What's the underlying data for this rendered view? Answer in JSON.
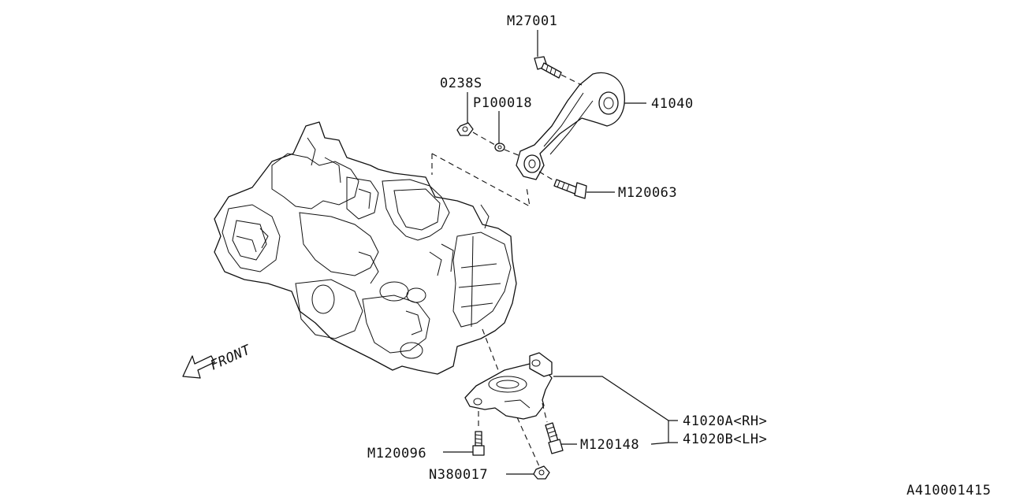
{
  "diagram_id": "A410001415",
  "front_label": "FRONT",
  "callouts": {
    "m27001": "M27001",
    "c0238s": "0238S",
    "p100018": "P100018",
    "p41040": "41040",
    "m120063": "M120063",
    "p41020a": "41020A<RH>",
    "p41020b": "41020B<LH>",
    "m120148": "M120148",
    "m120096": "M120096",
    "n380017": "N380017"
  }
}
